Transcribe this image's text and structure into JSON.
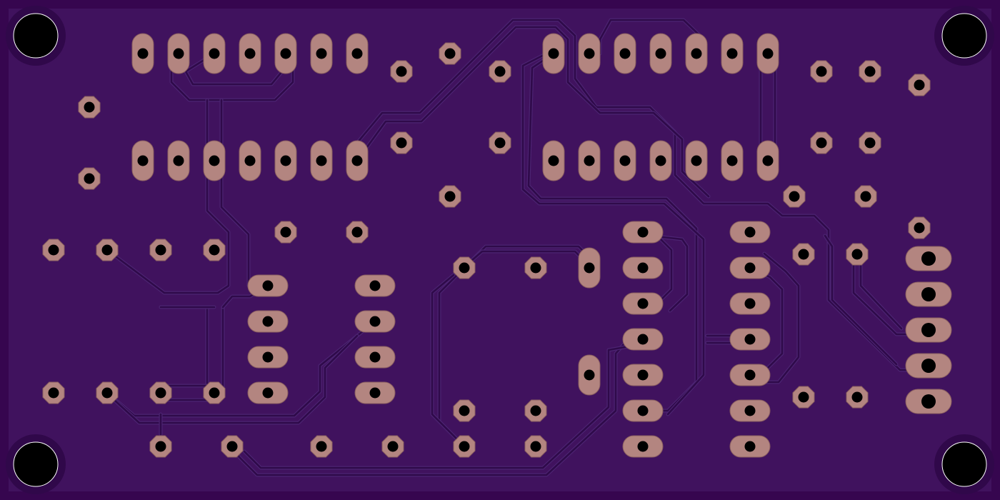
{
  "board": {
    "type": "pcb-bottom-layer",
    "colors": {
      "background": "#36064f",
      "board_fill": "#40125e",
      "board_edge": "#330552",
      "trace": "#2f0a4a",
      "trace_edge": "#4c2472",
      "pad": "#b38580",
      "pad_edge": "#8a5e60",
      "drill": "#000000",
      "mount_ring": "#30084a"
    },
    "mounting_holes": 4,
    "dip_ic_sockets": 2,
    "pins_per_dip_row": 7,
    "edge_connector_pins": 5
  }
}
